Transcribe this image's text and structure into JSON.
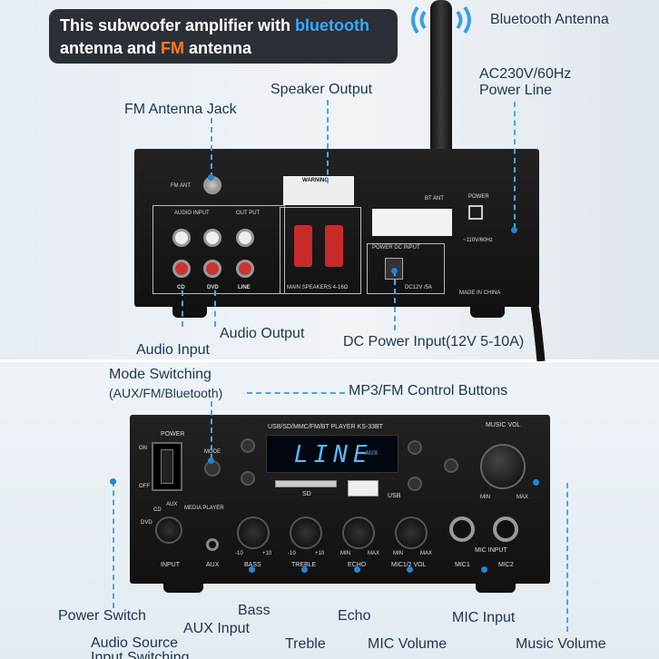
{
  "header": {
    "line1_prefix": "This subwoofer amplifier with ",
    "line1_highlight": "bluetooth",
    "line2_prefix": "antenna and ",
    "line2_highlight": "FM",
    "line2_suffix": " antenna"
  },
  "top_labels": {
    "bluetooth_antenna": "Bluetooth Antenna",
    "power_line_1": "AC230V/60Hz",
    "power_line_2": "Power Line",
    "speaker_output": "Speaker Output",
    "fm_antenna_jack": "FM Antenna Jack",
    "audio_input": "Audio Input",
    "audio_output": "Audio Output",
    "dc_power_input": "DC Power Input(12V 5-10A)"
  },
  "back_panel": {
    "fm_ant": "FM ANT",
    "audio_input_header": "AUDIO INPUT",
    "output_header": "OUT PUT",
    "cd": "CD",
    "dvd": "DVD",
    "line": "LINE",
    "warning": "WARNING",
    "main_speakers": "MAIN SPEAKERS 4-16Ω",
    "bt_ant": "BT ANT",
    "power": "POWER",
    "power_dc_input": "POWER DC INPUT",
    "dc_spec": "DC12V /5A",
    "made_in": "MADE IN CHINA",
    "voltage": "~110V/60Hz"
  },
  "bottom_labels": {
    "mode_switching": "Mode Switching",
    "mode_switching_sub": "(AUX/FM/Bluetooth)",
    "mp3_fm_buttons": "MP3/FM Control Buttons",
    "power_switch": "Power Switch",
    "bass": "Bass",
    "echo": "Echo",
    "mic_input": "MIC Input",
    "aux_input": "AUX Input",
    "audio_source": "Audio Source",
    "input_switching": "Input Switching",
    "treble": "Treble",
    "mic_volume": "MIC Volume",
    "music_volume": "Music Volume"
  },
  "front_panel": {
    "player_title": "USB/SD/MMC/FM/BT PLAYER  KS-33BT",
    "display_text": "LINE",
    "display_sub": "AUX",
    "power": "POWER",
    "on": "ON",
    "off": "OFF",
    "mode": "MODE",
    "sd": "SD",
    "usb": "USB",
    "music_vol": "MUSIC VOL",
    "min": "MIN",
    "max": "MAX",
    "input": "INPUT",
    "aux": "AUX",
    "bass": "BASS",
    "treble": "TREBLE",
    "echo": "ECHO",
    "mic_vol": "MIC1/2 VOL",
    "mic_input": "MIC INPUT",
    "mic1": "MIC1",
    "mic2": "MIC2",
    "cd": "CD",
    "aux_src": "AUX",
    "media_player": "MEDIA PLAYER",
    "dvd": "DVD",
    "minus10": "-10",
    "plus10": "+10"
  },
  "colors": {
    "accent_blue": "#38a8ff",
    "accent_orange": "#ff7a22",
    "leader_blue": "#1f86d6",
    "display_blue": "#5ab8ff"
  }
}
